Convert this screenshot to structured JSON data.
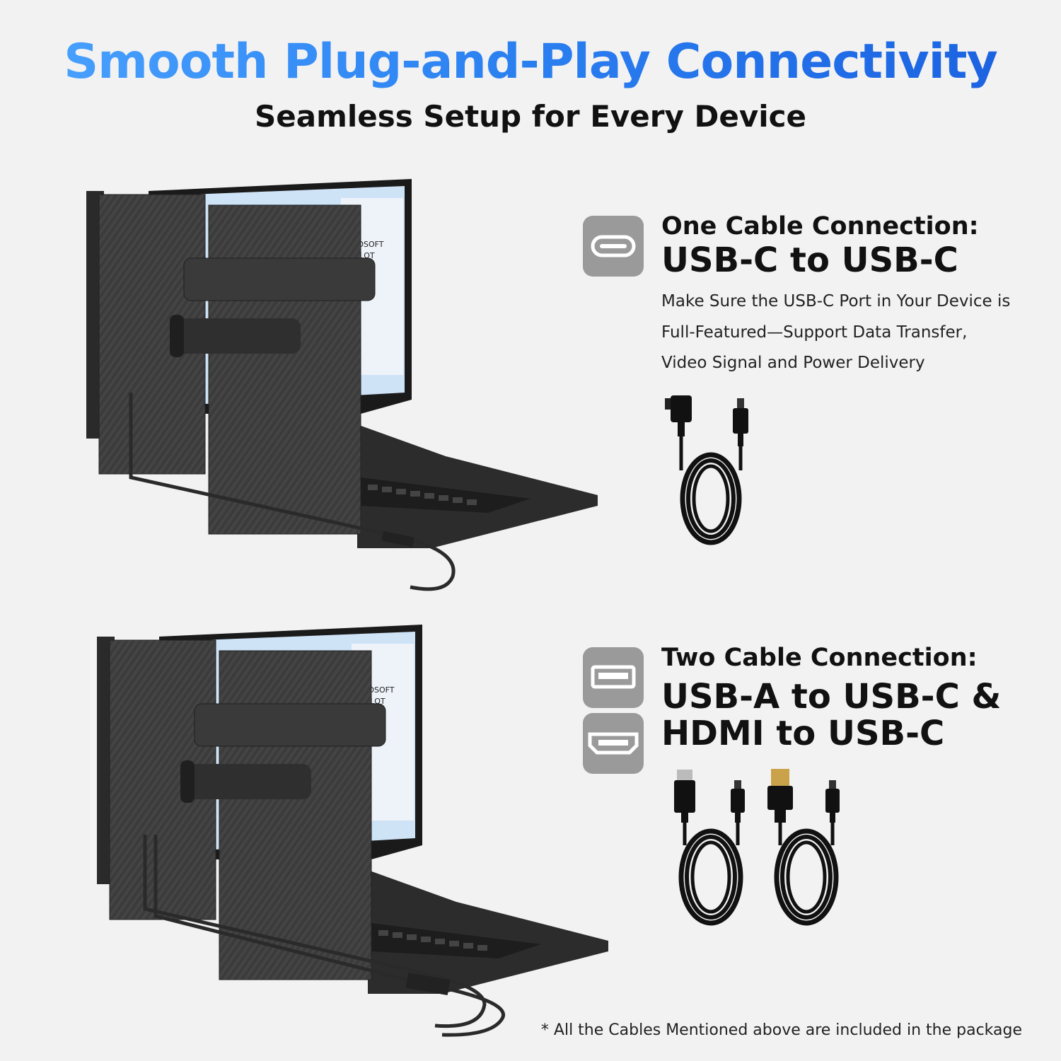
{
  "header": {
    "title": "Smooth Plug-and-Play Connectivity",
    "subtitle": "Seamless Setup for Every Device"
  },
  "section_one": {
    "label": "One Cable Connection:",
    "cable": "USB-C to USB-C",
    "description_lines": [
      "Make Sure the USB-C Port in Your Device is",
      "Full-Featured—Support Data Transfer,",
      "Video Signal and Power Delivery"
    ],
    "icon": "usb-c-port-icon"
  },
  "section_two": {
    "label": "Two Cable Connection:",
    "cable_lines": [
      "USB-A to USB-C &",
      "HDMI to USB-C"
    ],
    "icons": [
      "usb-a-port-icon",
      "hdmi-port-icon"
    ]
  },
  "screen_text": {
    "line1": "CROSOFT",
    "line2": "OPILOT"
  },
  "footnote": "* All the Cables Mentioned above are included in the package",
  "colors": {
    "title_gradient_start": "#4aa3ff",
    "title_gradient_end": "#1a5fe0",
    "icon_tile": "#9a9a9a",
    "background": "#f2f2f2"
  }
}
